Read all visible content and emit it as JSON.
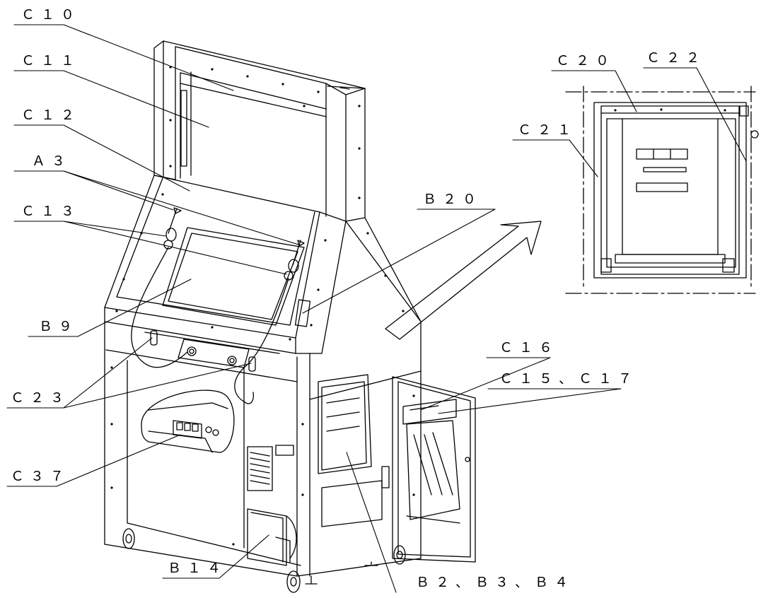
{
  "labels": {
    "c10": "Ｃ１０",
    "c11": "Ｃ１１",
    "c12": "Ｃ１２",
    "a3": "Ａ３",
    "c13": "Ｃ１３",
    "b9": "Ｂ９",
    "c23": "Ｃ２３",
    "c37": "Ｃ３７",
    "b14": "Ｂ１４",
    "b2_b3_b4": "Ｂ２、Ｂ３、Ｂ４",
    "b20": "Ｂ２０",
    "c16": "Ｃ１６",
    "c15_c17": "Ｃ１５、Ｃ１７",
    "c20": "Ｃ２０",
    "c22": "Ｃ２２",
    "c21": "Ｃ２１"
  }
}
